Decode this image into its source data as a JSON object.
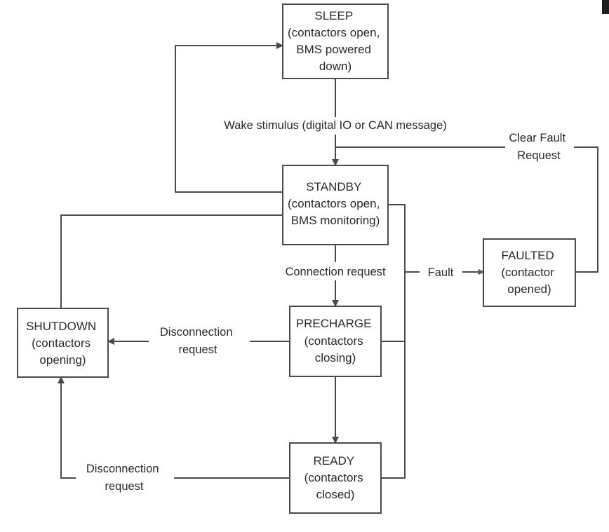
{
  "states": {
    "sleep": [
      "SLEEP",
      "(contactors open,",
      "BMS powered",
      "down)"
    ],
    "standby": [
      "STANDBY",
      "(contactors open,",
      "BMS monitoring)"
    ],
    "precharge": [
      "PRECHARGE",
      "(contactors",
      "closing)"
    ],
    "ready": [
      "READY",
      "(contactors",
      "closed)"
    ],
    "shutdown": [
      "SHUTDOWN",
      "(contactors",
      "opening)"
    ],
    "faulted": [
      "FAULTED",
      "(contactor",
      "opened)"
    ]
  },
  "transitions": {
    "wake": [
      "Wake stimulus (digital IO or CAN message)"
    ],
    "clear_fault": [
      "Clear Fault",
      "Request"
    ],
    "connection": [
      "Connection request"
    ],
    "fault": [
      "Fault"
    ],
    "disconnect_precharge": [
      "Disconnection",
      "request"
    ],
    "disconnect_ready": [
      "Disconnection",
      "request"
    ]
  },
  "colors": {
    "line": "#4a4a4a",
    "text": "#2a2a2a",
    "background": "#ffffff"
  }
}
